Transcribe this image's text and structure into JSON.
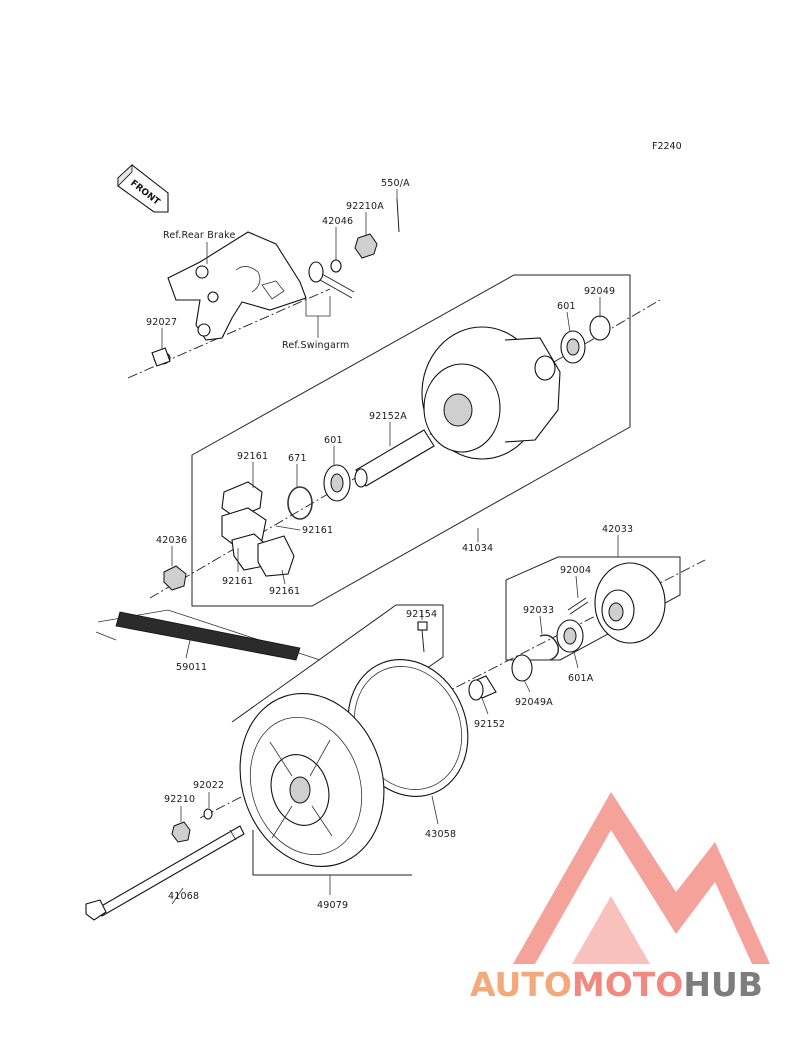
{
  "figure_code": "F2240",
  "front_arrow_label": "FRONT",
  "references": {
    "rear_brake": "Ref.Rear Brake",
    "swingarm": "Ref.Swingarm"
  },
  "parts": {
    "p550A": "550/A",
    "p92210A": "92210A",
    "p42046": "42046",
    "p92027": "92027",
    "p601_top": "601",
    "p92049": "92049",
    "p92152A": "92152A",
    "p601_mid": "601",
    "p671": "671",
    "p92161_a": "92161",
    "p92161_b": "92161",
    "p92161_c": "92161",
    "p92161_d": "92161",
    "p42036": "42036",
    "p41034": "41034",
    "p42033": "42033",
    "p92004": "92004",
    "p92033": "92033",
    "p92154": "92154",
    "p59011": "59011",
    "p601A": "601A",
    "p92049A": "92049A",
    "p92152": "92152",
    "p92022": "92022",
    "p92210": "92210",
    "p43058": "43058",
    "p41068": "41068",
    "p49079": "49079"
  },
  "watermark": {
    "auto": "AUTO",
    "moto": "MOTO",
    "hub": "HUB",
    "colors": {
      "auto": "#f3a97a",
      "moto": "#f08a80",
      "hub": "#7d7d7d",
      "logo": "#f2837a"
    }
  }
}
